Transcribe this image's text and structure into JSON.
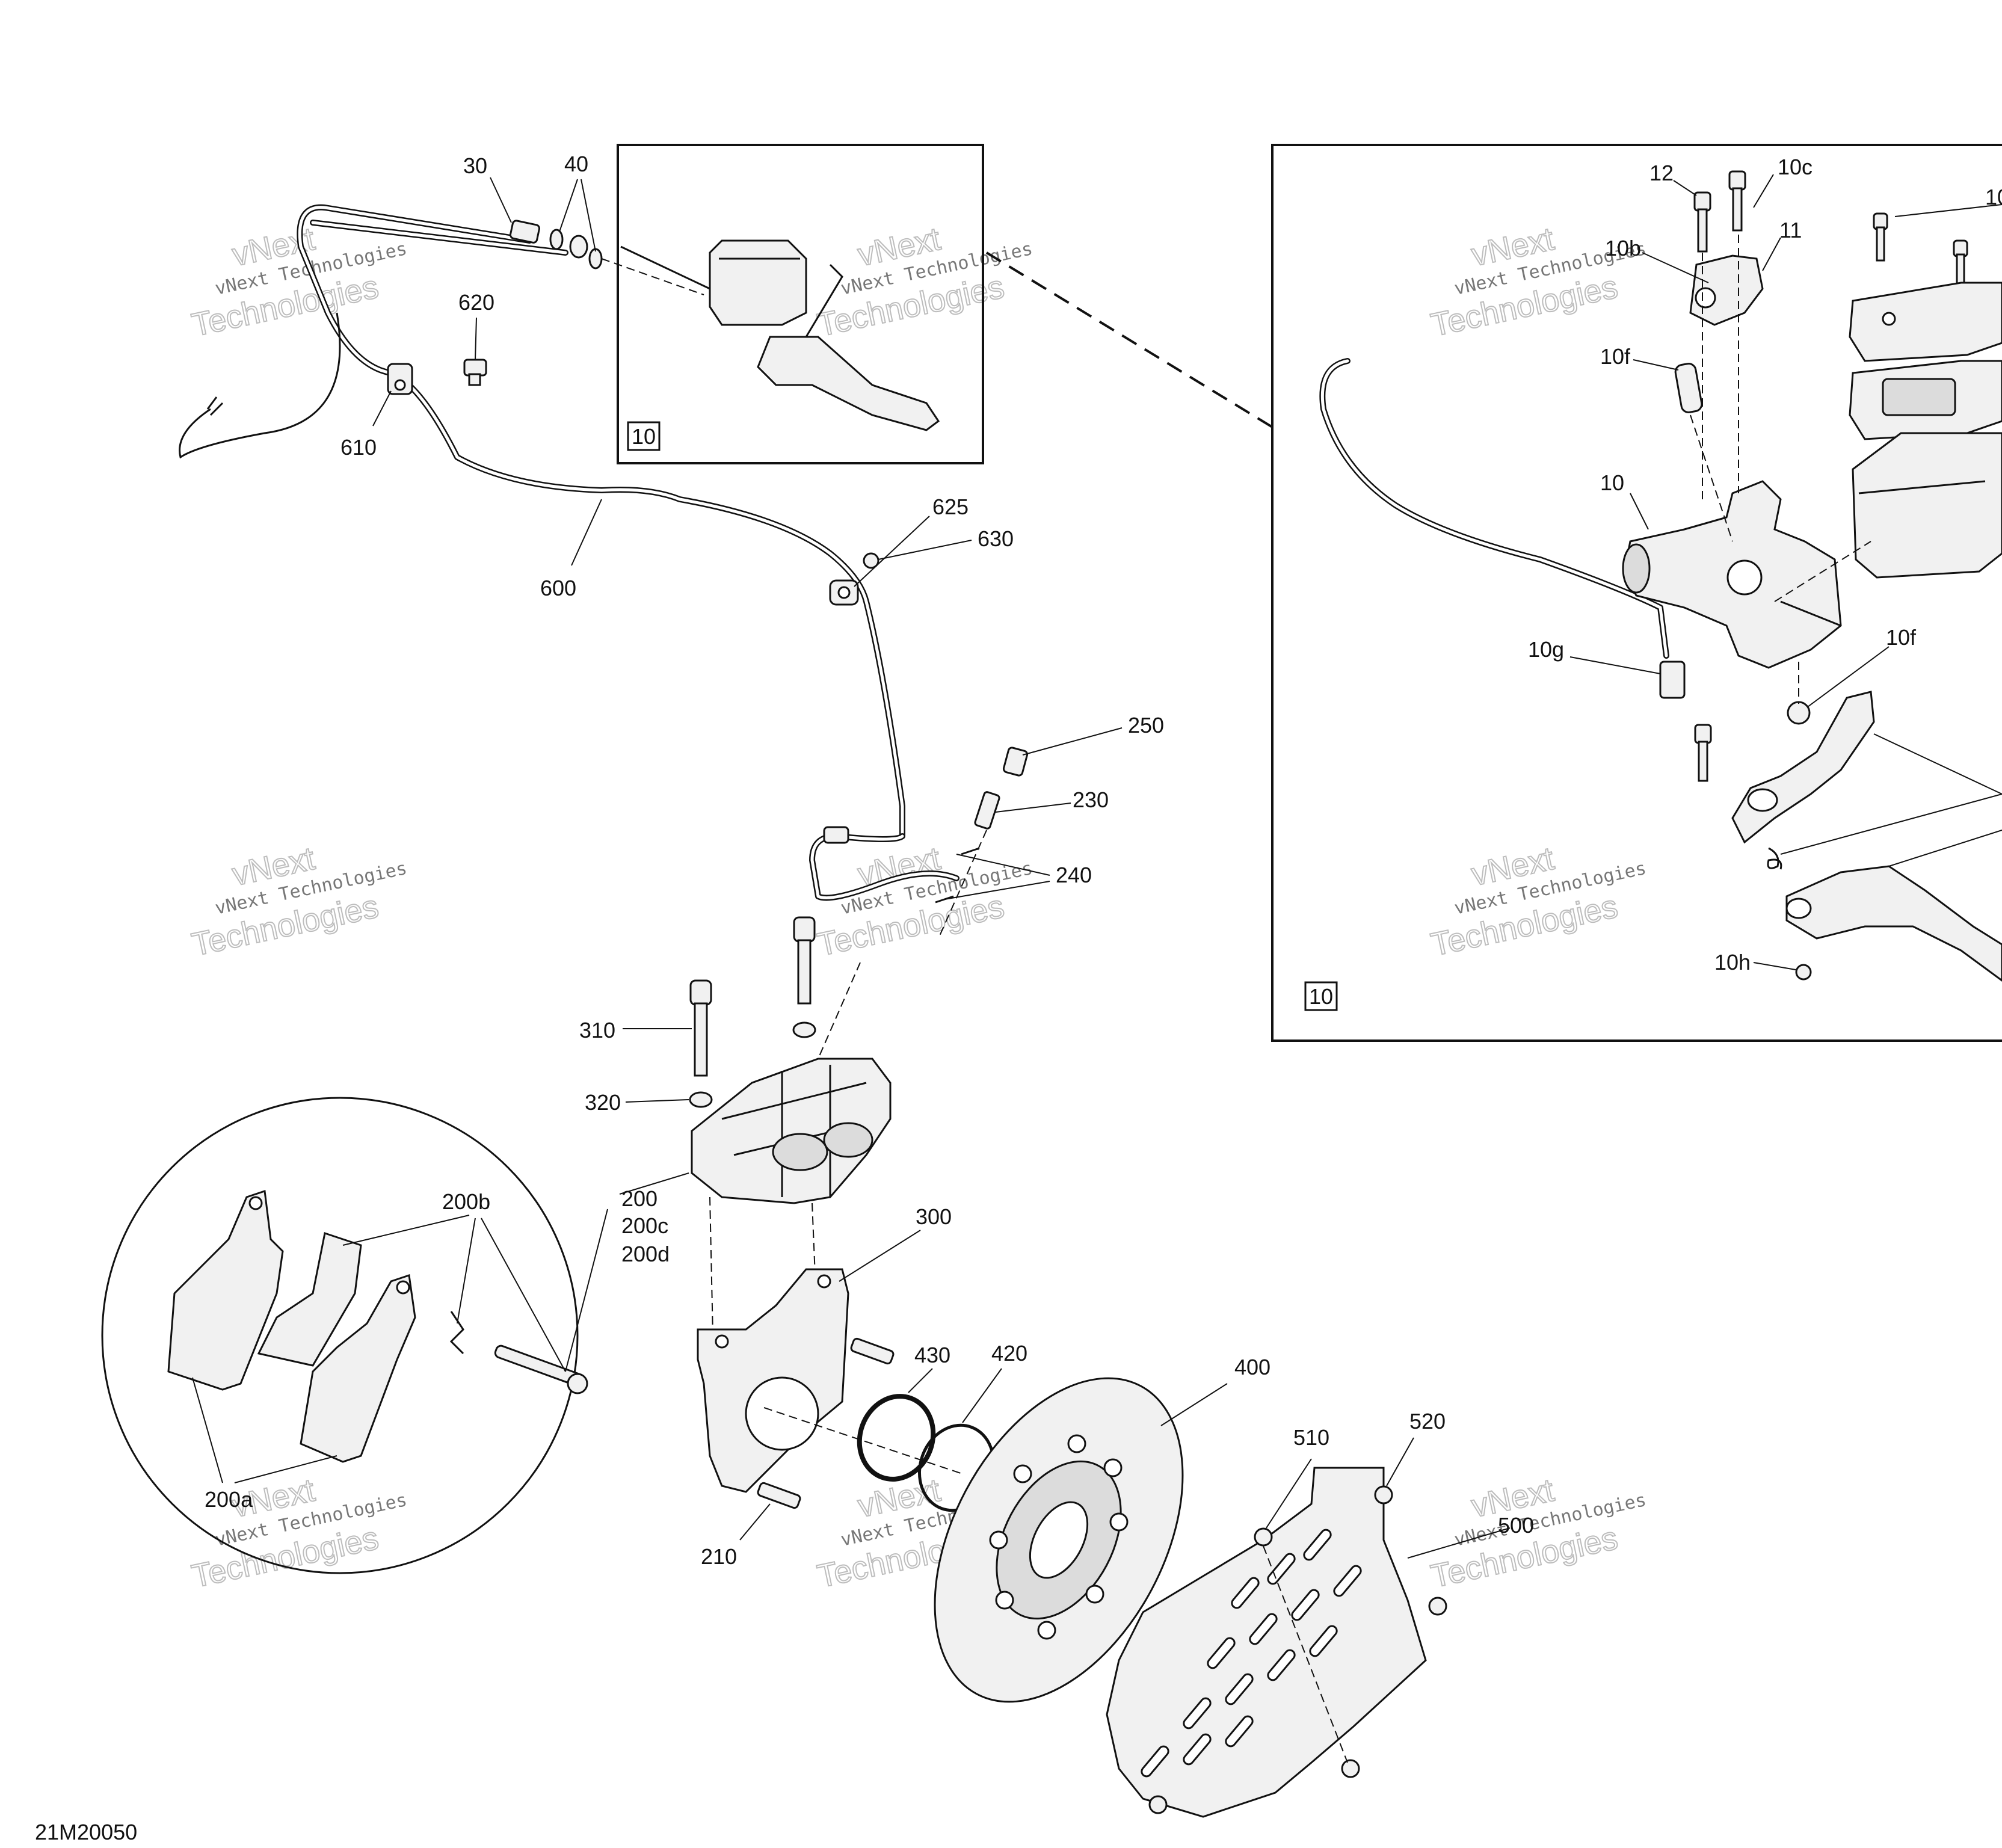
{
  "drawing_id": "21M20050",
  "watermark": {
    "line1": "vNext Technologies",
    "line2": "Technologies",
    "line3": "vNext"
  },
  "inset_tag": "10",
  "callouts": {
    "c30": "30",
    "c40": "40",
    "c620": "620",
    "c610": "610",
    "c600": "600",
    "c625": "625",
    "c630": "630",
    "c250": "250",
    "c230": "230",
    "c240": "240",
    "c310": "310",
    "c320": "320",
    "c200": "200",
    "c200c": "200c",
    "c200d": "200d",
    "c200b": "200b",
    "c200a": "200a",
    "c300": "300",
    "c430": "430",
    "c420": "420",
    "c400": "400",
    "c210": "210",
    "c510": "510",
    "c520": "520",
    "c500": "500",
    "c12": "12",
    "c10c": "10c",
    "c11": "11",
    "c10b": "10b",
    "c10f_top": "10f",
    "c10": "10",
    "c10g": "10g",
    "c10f_low": "10f",
    "c10h": "10h",
    "c10_edge": "10"
  }
}
